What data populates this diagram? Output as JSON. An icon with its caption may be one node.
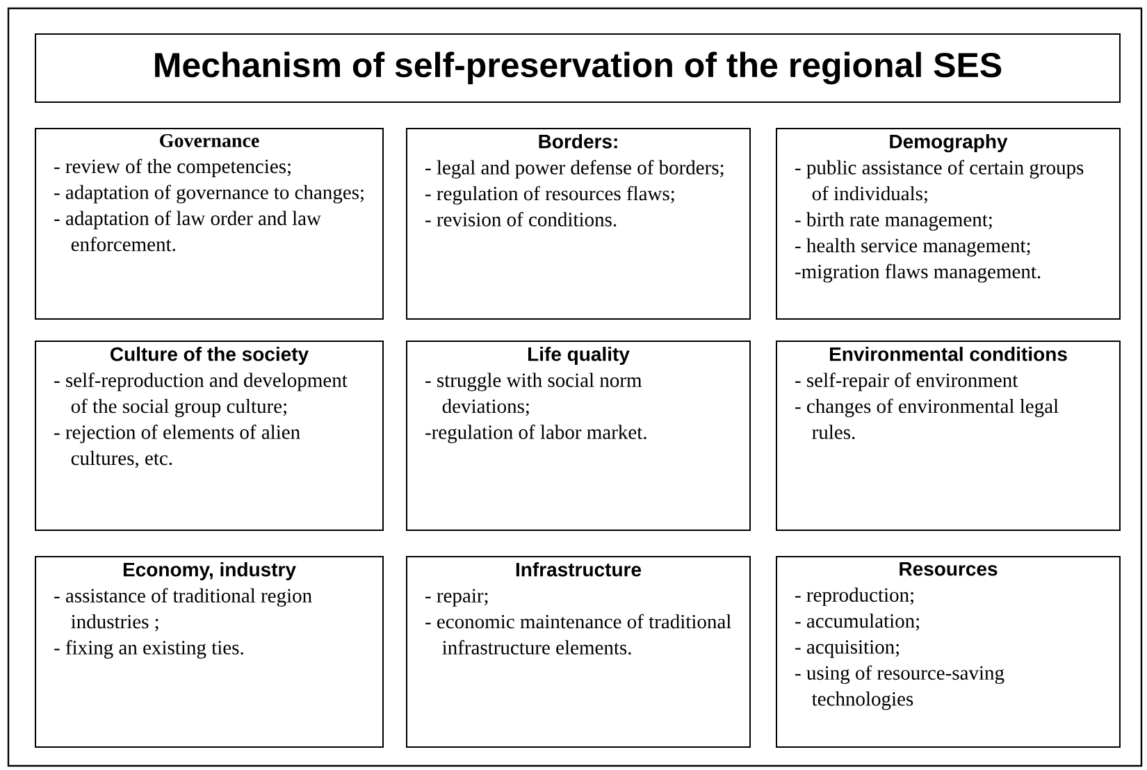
{
  "diagram": {
    "title": "Mechanism of self-preservation of the regional SES",
    "nodes": [
      {
        "text": [
          "Governance",
          "- review of the competencies;",
          "- adaptation of governance to changes;",
          "- adaptation of law order and law enforcement."
        ]
      },
      {
        "text": [
          "Borders:",
          "- legal and power defense of borders;",
          "- regulation of resources flaws;",
          "- revision of conditions."
        ]
      },
      {
        "text": [
          "Demography",
          "- public assistance of certain groups of individuals;",
          "- birth rate management;",
          "- health service management;",
          "-migration flaws management."
        ]
      },
      {
        "text": [
          "Culture of the society",
          "- self-reproduction and development of the social group culture;",
          "- rejection of elements of alien cultures, etc."
        ]
      },
      {
        "text": [
          "Life quality",
          "- struggle with social norm deviations;",
          "-regulation of labor market."
        ]
      },
      {
        "text": [
          "Environmental conditions",
          "- self-repair of environment",
          "- changes of environmental legal rules."
        ]
      },
      {
        "text": [
          "Economy, industry",
          "- assistance of traditional region industries ;",
          "- fixing an existing ties."
        ]
      },
      {
        "text": [
          "Infrastructure",
          "- repair;",
          "- economic maintenance of traditional infrastructure elements."
        ]
      },
      {
        "text": [
          "Resources",
          "- reproduction;",
          "- accumulation;",
          "- acquisition;",
          "- using of resource-saving technologies"
        ]
      }
    ]
  }
}
